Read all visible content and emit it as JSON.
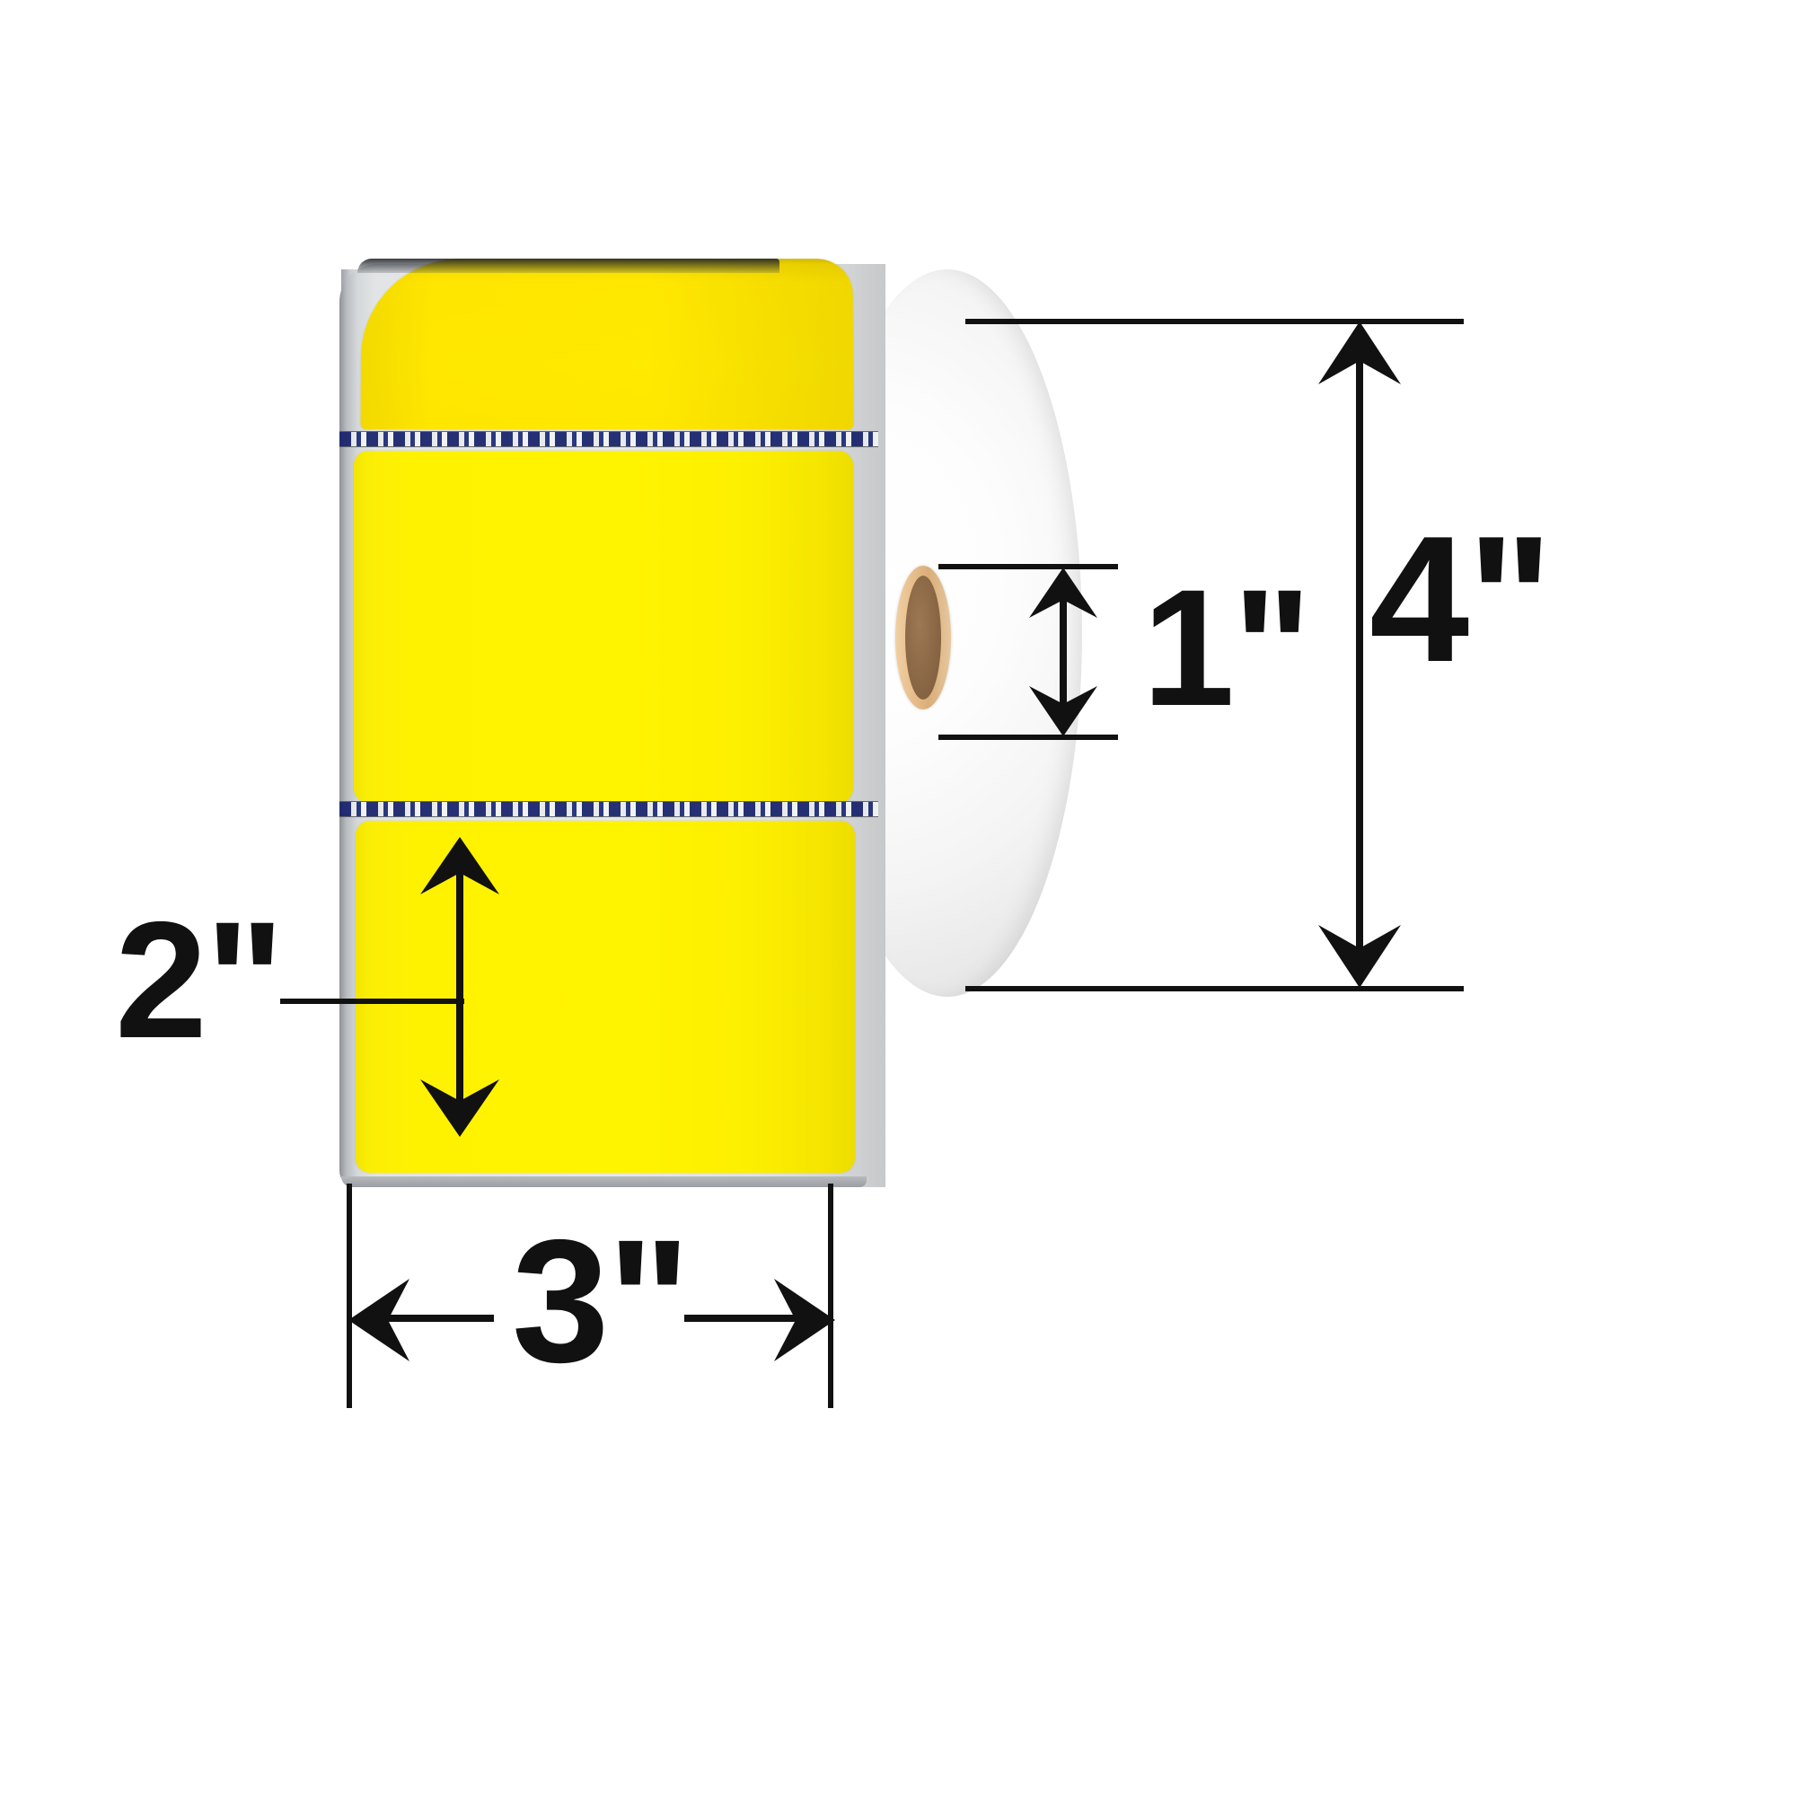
{
  "product": {
    "type": "thermal-label-roll",
    "label_color_name": "yellow",
    "label_color_hex": "#FFF200",
    "liner_color_hex": "#E2E4E6",
    "core_color_hex": "#E0BE8E",
    "perforation_color_hex": "#16216B",
    "annotation_color_hex": "#111111",
    "background_hex": "#FFFFFF"
  },
  "dimensions": {
    "outer_diameter": {
      "value": "4\"",
      "name": "outer-diameter",
      "orientation": "vertical",
      "position": "right"
    },
    "core_diameter": {
      "value": "1\"",
      "name": "core-diameter",
      "orientation": "vertical",
      "position": "center-right"
    },
    "label_height": {
      "value": "2\"",
      "name": "label-height",
      "orientation": "vertical",
      "position": "left"
    },
    "label_width": {
      "value": "3\"",
      "name": "label-width",
      "orientation": "horizontal",
      "position": "bottom"
    }
  },
  "labels_visible": 3,
  "perforations_visible": 2
}
